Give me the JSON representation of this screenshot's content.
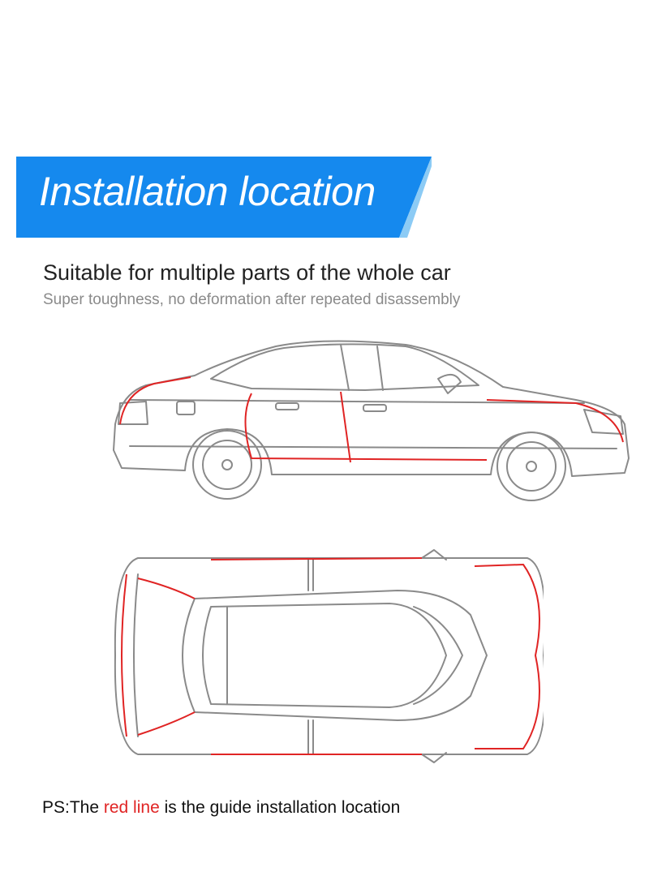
{
  "banner": {
    "title": "Installation location",
    "colors": {
      "blue": "#1589ee",
      "light_blue": "#8ccbf5"
    }
  },
  "headline": "Suitable for multiple parts of the whole car",
  "subline": "Super toughness, no deformation after repeated disassembly",
  "footnote": {
    "prefix": "PS:The ",
    "highlight": "red line",
    "suffix": " is the guide installation location",
    "highlight_color": "#e02424"
  },
  "diagram": {
    "views": [
      "side-view-sedan",
      "top-view-sedan"
    ],
    "line_color": "#8a8a8a",
    "guide_color": "#e02424"
  }
}
